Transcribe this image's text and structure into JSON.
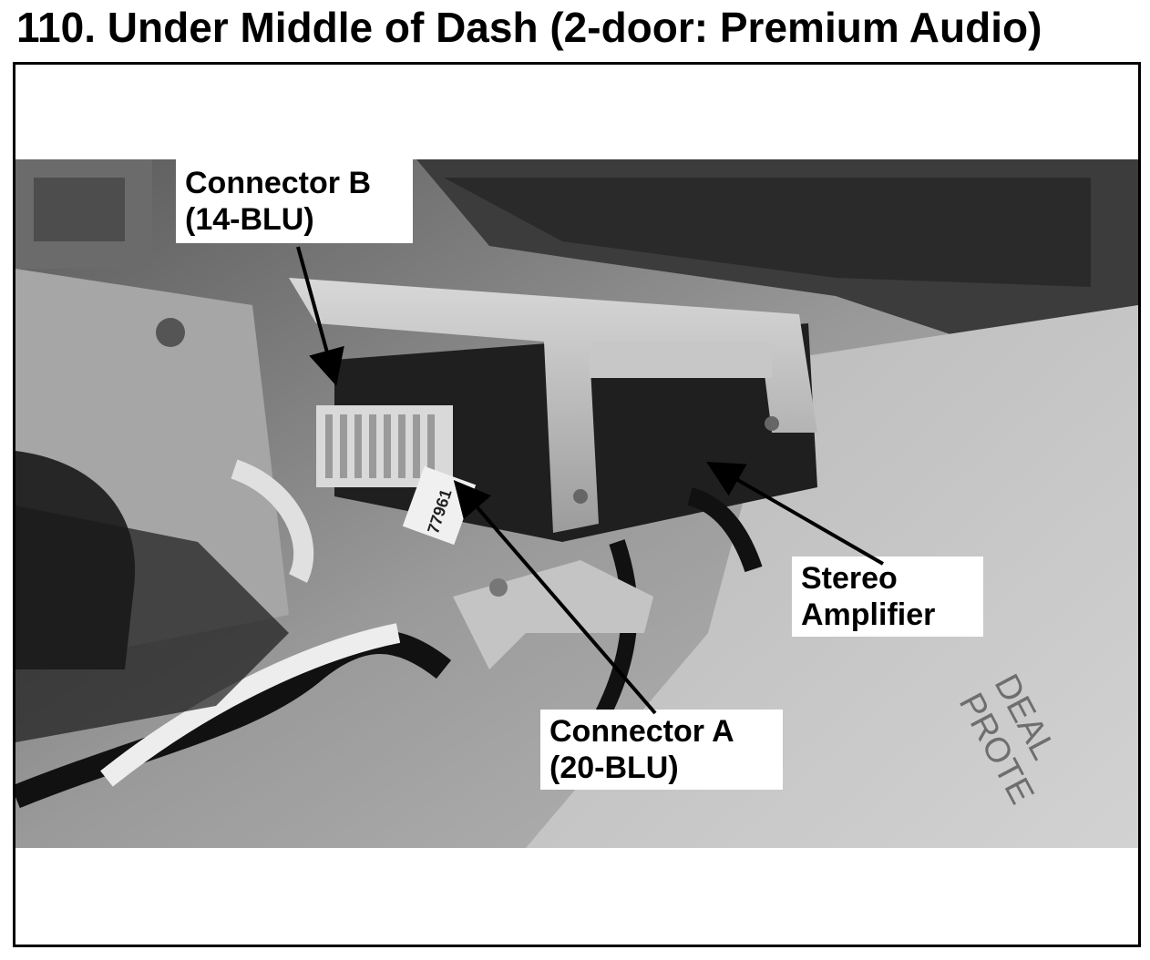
{
  "title": "110. Under Middle of Dash (2-door: Premium Audio)",
  "callouts": {
    "connector_b": "Connector B\n(14-BLU)",
    "connector_a": "Connector A\n(20-BLU)",
    "stereo_amplifier": "Stereo\nAmplifier"
  },
  "photo_markings": {
    "part_number": "77961",
    "mat_text": "DEAL\nPROTE"
  },
  "colors": {
    "frame": "#000000",
    "callout_bg": "#ffffff",
    "arrow": "#000000"
  }
}
